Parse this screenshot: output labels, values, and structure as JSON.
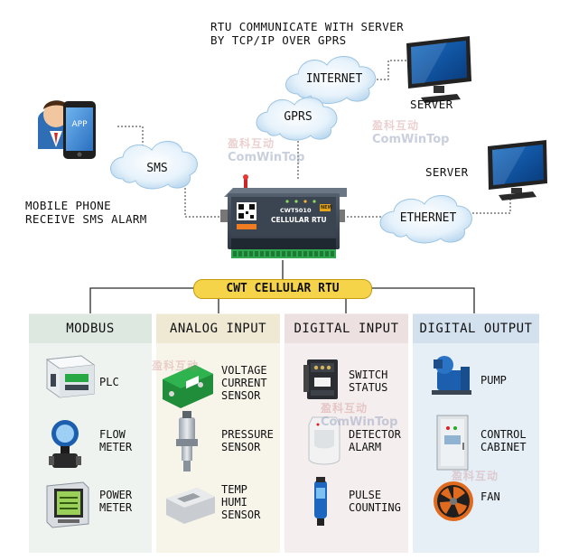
{
  "top_caption": [
    "RTU COMMUNICATE WITH SERVER",
    "BY TCP/IP OVER GPRS"
  ],
  "clouds": {
    "internet": "INTERNET",
    "gprs": "GPRS",
    "sms": "SMS",
    "ethernet": "ETHERNET"
  },
  "server_top_label": "SERVER",
  "server_right_label": "SERVER",
  "phone_app_text": "APP",
  "mobile_caption": [
    "MOBILE PHONE",
    "RECEIVE SMS ALARM"
  ],
  "device": {
    "model": "CWT5010",
    "tag": "NEW",
    "name": "CELLULAR RTU"
  },
  "rtu_title": "CWT CELLULAR RTU",
  "columns": [
    {
      "header": "MODBUS",
      "items": [
        {
          "icon": "plc-icon",
          "label": [
            "PLC"
          ]
        },
        {
          "icon": "flow-meter-icon",
          "label": [
            "FLOW",
            "METER"
          ]
        },
        {
          "icon": "power-meter-icon",
          "label": [
            "POWER",
            "METER"
          ]
        }
      ]
    },
    {
      "header": "ANALOG INPUT",
      "items": [
        {
          "icon": "voltage-current-sensor-icon",
          "label": [
            "VOLTAGE",
            "CURRENT",
            "SENSOR"
          ]
        },
        {
          "icon": "pressure-sensor-icon",
          "label": [
            "PRESSURE",
            "SENSOR"
          ]
        },
        {
          "icon": "temp-humi-sensor-icon",
          "label": [
            "TEMP",
            "HUMI",
            "SENSOR"
          ]
        }
      ]
    },
    {
      "header": "DIGITAL INPUT",
      "items": [
        {
          "icon": "switch-contactor-icon",
          "label": [
            "SWITCH",
            "STATUS"
          ]
        },
        {
          "icon": "detector-icon",
          "label": [
            "DETECTOR",
            "ALARM"
          ]
        },
        {
          "icon": "pulse-meter-icon",
          "label": [
            "PULSE",
            "COUNTING"
          ]
        }
      ]
    },
    {
      "header": "DIGITAL OUTPUT",
      "items": [
        {
          "icon": "pump-icon",
          "label": [
            "PUMP"
          ]
        },
        {
          "icon": "control-cabinet-icon",
          "label": [
            "CONTROL",
            "CABINET"
          ]
        },
        {
          "icon": "fan-icon",
          "label": [
            "FAN"
          ]
        }
      ]
    }
  ],
  "watermark": {
    "cn": "盈科互动",
    "en": "ComWinTop"
  },
  "colors": {
    "col1": "#e9f0ec",
    "col2": "#f6f3e6",
    "col3": "#f3eaea",
    "col4": "#e3ecf5",
    "connector": "#2b2b2b",
    "rtu_title_bg": "#f6d44a"
  }
}
